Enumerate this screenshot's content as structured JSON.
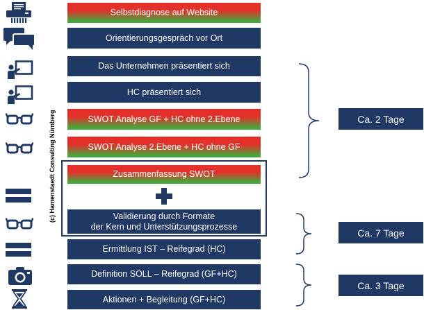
{
  "icons": [
    "printer-icon",
    "chat-bubbles-icon",
    "presentation-icon",
    "presentation-icon",
    "glasses-icon",
    "glasses-icon",
    "equals-icon",
    "glasses-icon",
    "equals-icon",
    "camera-icon",
    "hourglass-icon"
  ],
  "copyright": "(c) Hamenstaedt Consulting Nürnberg",
  "steps": [
    {
      "label": "Selbstdiagnose auf Website"
    },
    {
      "label": "Orientierungsgespräch vor Ort"
    },
    {
      "label": "Das Unternehmen präsentiert sich"
    },
    {
      "label": "HC präsentiert sich"
    },
    {
      "label": "SWOT Analyse GF + HC ohne 2.Ebene"
    },
    {
      "label": "SWOT Analyse 2.Ebene + HC ohne GF"
    },
    {
      "label": "Zusammenfassung SWOT"
    },
    {
      "label": "Validierung durch Formate\nder Kern und Unterstützungsprozesse"
    },
    {
      "label": "Ermittlung IST – Reifegrad (HC)"
    },
    {
      "label": "Definition SOLL – Reifegrad (GF+HC)"
    },
    {
      "label": "Aktionen + Begleitung (GF+HC)"
    }
  ],
  "combine_icon": "plus-icon",
  "durations": [
    {
      "label": "Ca. 2 Tage"
    },
    {
      "label": "Ca. 7 Tage"
    },
    {
      "label": "Ca. 3 Tage"
    }
  ],
  "colors": {
    "navy": "#1f3864",
    "red": "#e3302a",
    "green": "#43a93d",
    "text": "#ffffff",
    "ink": "#000000"
  }
}
